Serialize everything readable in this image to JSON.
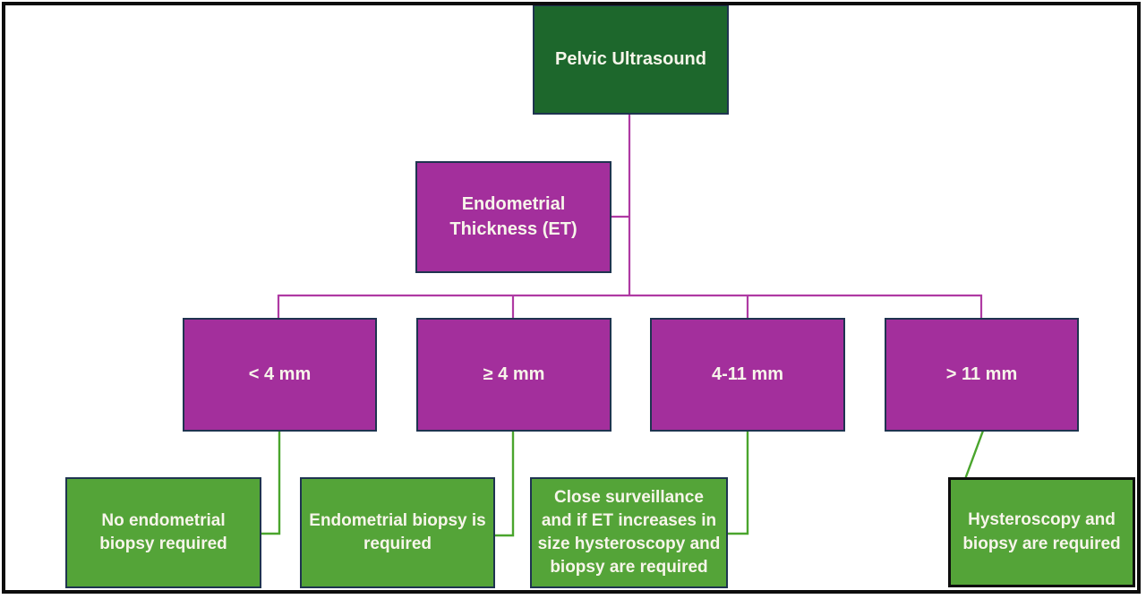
{
  "diagram": {
    "title": "Pelvic ultrasound endometrial thickness decision flowchart",
    "nodes": {
      "root": {
        "label": "Pelvic Ultrasound"
      },
      "et": {
        "label": "Endometrial\nThickness (ET)"
      },
      "lt4": {
        "label": "< 4 mm"
      },
      "gte4": {
        "label": "≥ 4 mm"
      },
      "r4to11": {
        "label": "4-11 mm"
      },
      "gt11": {
        "label": "> 11 mm"
      },
      "outcome_lt4": {
        "label": "No endometrial\nbiopsy required"
      },
      "outcome_gte4": {
        "label": "Endometrial biopsy is\nrequired"
      },
      "outcome_4to11": {
        "label": "Close surveillance\nand if ET increases in\nsize hysteroscopy and\nbiopsy are required"
      },
      "outcome_gt11": {
        "label": "Hysteroscopy and\nbiopsy are required"
      }
    },
    "colors": {
      "dark_green": "#1d672c",
      "purple": "#a32f9c",
      "green": "#54a438",
      "navy_border": "#1f3450",
      "black_border": "#0d0d0d",
      "magenta_line": "#af3aa3",
      "green_line": "#4aa52d",
      "text": "#f7f5ea"
    }
  }
}
